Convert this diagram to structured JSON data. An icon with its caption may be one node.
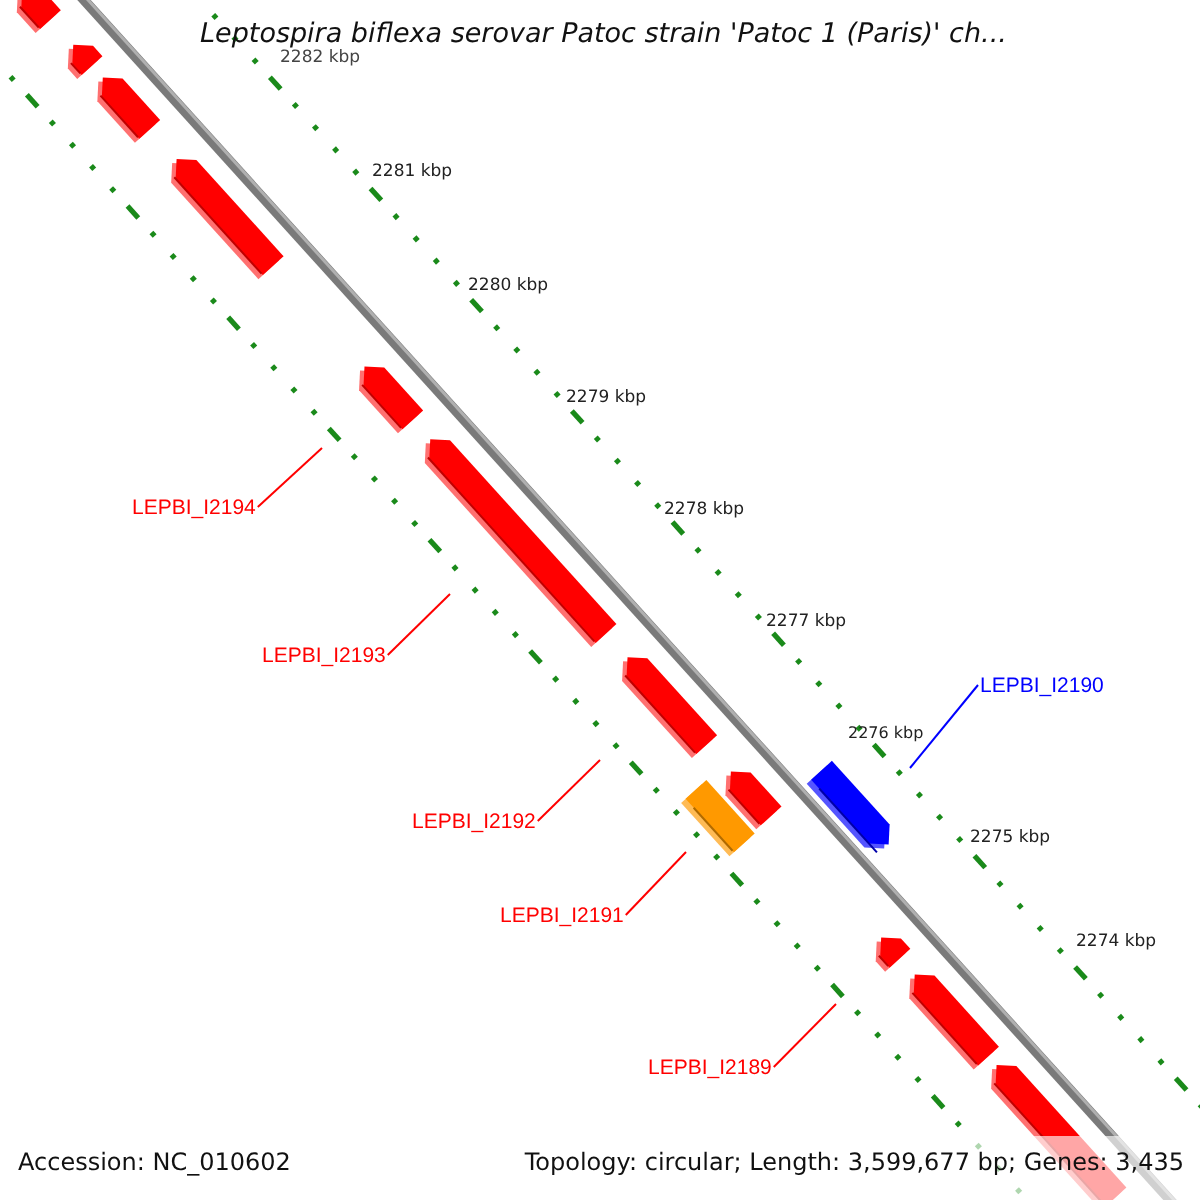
{
  "diagram": {
    "title": "Leptospira biflexa serovar Patoc strain 'Patoc 1 (Paris)' ch...",
    "nodes": [
      {
        "text": [
          "LEPBI_I2194"
        ]
      },
      {
        "text": [
          "LEPBI_I2193"
        ]
      },
      {
        "text": [
          "LEPBI_I2192"
        ]
      },
      {
        "text": [
          "LEPBI_I2191"
        ]
      },
      {
        "text": [
          "LEPBI_I2189"
        ]
      },
      {
        "text": [
          "LEPBI_I2190"
        ]
      }
    ],
    "edges": [
      {
        "from": 0,
        "to": null,
        "arrow": "none"
      },
      {
        "from": 1,
        "to": null,
        "arrow": "none"
      },
      {
        "from": 2,
        "to": null,
        "arrow": "none"
      },
      {
        "from": 3,
        "to": null,
        "arrow": "none"
      },
      {
        "from": 4,
        "to": null,
        "arrow": "none"
      },
      {
        "from": 5,
        "to": null,
        "arrow": "none",
        "color": "#0000ff"
      }
    ],
    "labels": [
      "2282 kbp",
      "2281 kbp",
      "2280 kbp",
      "2279 kbp",
      "2278 kbp",
      "2277 kbp",
      "2276 kbp",
      "2275 kbp",
      "2274 kbp",
      "Accession: NC_010602",
      "Topology: circular; Length: 3,599,677 bp; Genes: 3,435"
    ]
  }
}
